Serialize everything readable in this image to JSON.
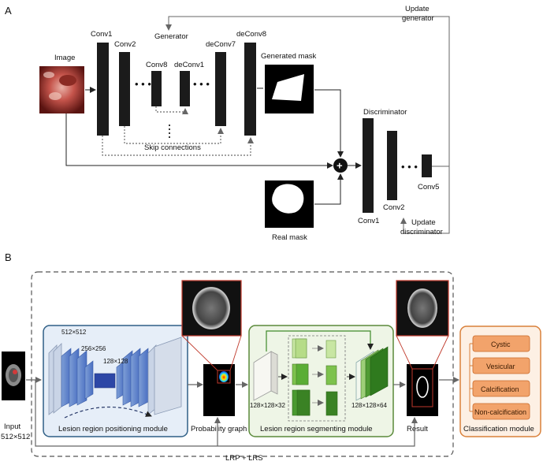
{
  "panel_a": {
    "tag": "A",
    "image_label": "Image",
    "generator_label": "Generator",
    "update_generator_line1": "Update",
    "update_generator_line2": "generator",
    "encoder_layers": [
      "Conv1",
      "Conv2",
      "Conv8"
    ],
    "decoder_layers": [
      "deConv1",
      "deConv7",
      "deConv8"
    ],
    "generated_mask_label": "Generated mask",
    "skip_connections_label": "Skip connections",
    "real_mask_label": "Real mask",
    "discriminator_label": "Discriminator",
    "disc_layers": [
      "Conv1",
      "Conv2",
      "Conv5"
    ],
    "update_discriminator_line1": "Update",
    "update_discriminator_line2": "discriminator",
    "plus_symbol": "+"
  },
  "panel_b": {
    "tag": "B",
    "input_label": "Input",
    "input_size": "512×512",
    "dims_positioning": [
      "512×512",
      "256×256",
      "128×128"
    ],
    "positioning_module_label": "Lesion region positioning module",
    "probability_graph_label": "Probability graph",
    "dim_seg_in": "128×128×32",
    "dim_seg_out": "128×128×64",
    "segmenting_module_label": "Lesion region segmenting module",
    "result_label": "Result",
    "classification_module_label": "Classification module",
    "classes": [
      "Cystic",
      "Vesicular",
      "Calcification",
      "Non-calcification"
    ],
    "lrp_lrs_label": "LRP + LRS"
  },
  "colors": {
    "positioning_border": "#2f5f86",
    "positioning_fill": "#e6eef8",
    "segmenting_border": "#5a8a3a",
    "segmenting_fill": "#eef5e6",
    "classification_border": "#d9803a",
    "classification_fill": "#fdf0e4",
    "class_box_fill": "#f2a36b",
    "crop_border": "#c0392b"
  }
}
